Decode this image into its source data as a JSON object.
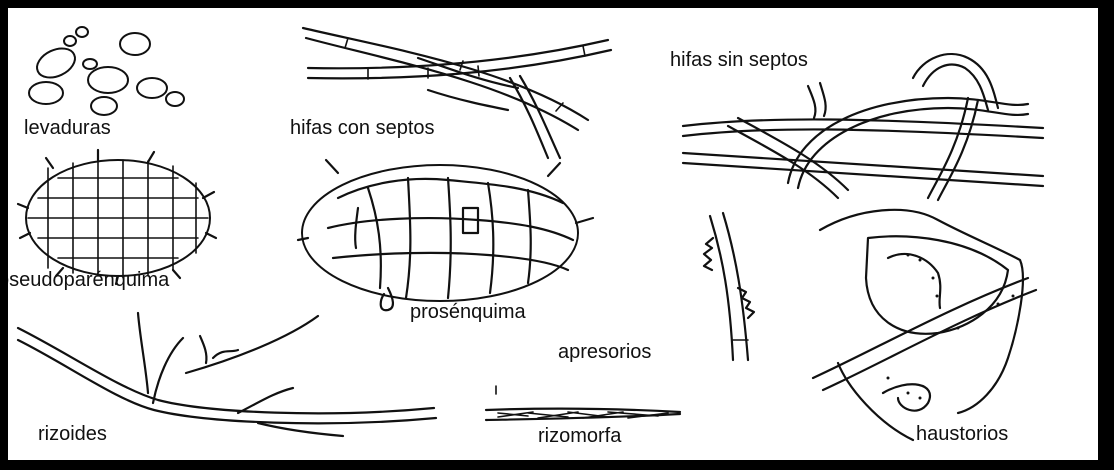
{
  "labels": {
    "levaduras": "levaduras",
    "hifas_con_septos": "hifas con septos",
    "hifas_sin_septos": "hifas sin septos",
    "pseudoparenquima": "pseudoparénquima",
    "prosenquima": "prosénquima",
    "apresorios": "apresorios",
    "haustorios": "haustorios",
    "rizoides": "rizoides",
    "rizomorfa": "rizomorfa"
  },
  "colors": {
    "frame": "#000000",
    "background": "#ffffff",
    "ink": "#111111"
  }
}
